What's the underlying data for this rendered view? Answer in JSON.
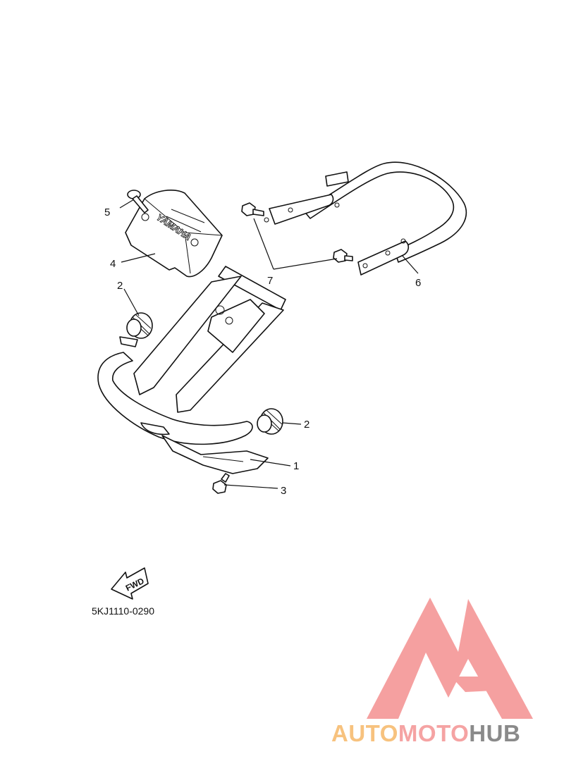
{
  "diagram": {
    "callouts": [
      {
        "id": "1",
        "label": "1"
      },
      {
        "id": "2a",
        "label": "2"
      },
      {
        "id": "2b",
        "label": "2"
      },
      {
        "id": "3",
        "label": "3"
      },
      {
        "id": "4",
        "label": "4"
      },
      {
        "id": "5",
        "label": "5"
      },
      {
        "id": "6",
        "label": "6"
      },
      {
        "id": "7",
        "label": "7"
      }
    ],
    "cover_text": "YAMAHA",
    "fwd_label": "FWD",
    "drawing_code": "5KJ1110-0290"
  },
  "watermark": {
    "brand_parts": [
      "AUTO",
      "MOTO",
      "HUB"
    ],
    "colors": {
      "auto": "#f7c27e",
      "moto": "#f5a3a3",
      "hub": "#8a8a8a",
      "logo": "#f5a0a0"
    }
  }
}
